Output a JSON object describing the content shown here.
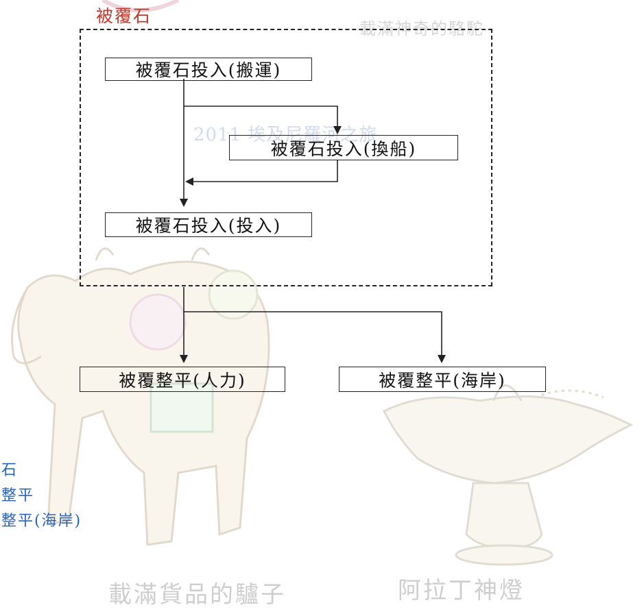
{
  "group": {
    "label": "被覆石"
  },
  "nodes": {
    "transport": "被覆石投入(搬運)",
    "transfer": "被覆石投入(換船)",
    "input": "被覆石投入(投入)",
    "level_manual": "被覆整平(人力)",
    "level_coast": "被覆整平(海岸)"
  },
  "legend": {
    "items": [
      "覆石",
      "覆整平",
      "覆整平(海岸)"
    ]
  },
  "watermarks": {
    "top_right": "載滿神奇的駱駝",
    "middle": "2011 埃及尼羅河之旅",
    "bottom_left": "載滿貨品的驢子",
    "bottom_right": "阿拉丁神燈"
  },
  "colors": {
    "group_label": "#c0392b",
    "legend_text": "#2a63b8",
    "line": "#222222"
  }
}
